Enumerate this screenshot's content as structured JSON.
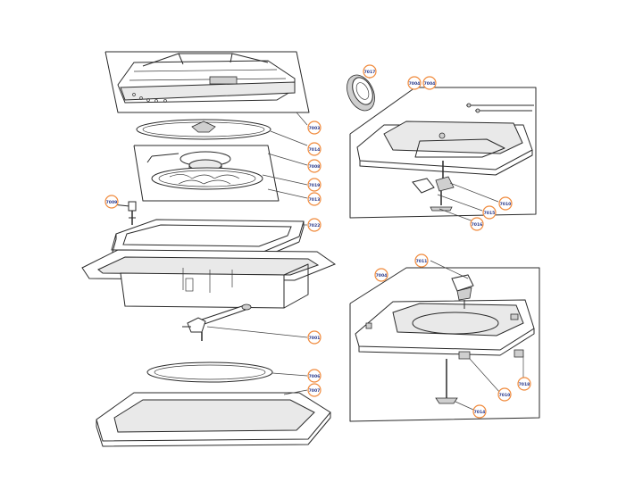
{
  "colors": {
    "callout_ring": "#f08a3c",
    "callout_text": "#2a3a8c",
    "line": "#2a2a2a"
  },
  "callouts": {
    "c7003": "7003",
    "c7014": "7014",
    "c7008": "7008",
    "c7019": "7019",
    "c7013": "7013",
    "c7009": "7009",
    "c7022": "7022",
    "c7001": "7001",
    "c7006": "7006",
    "c7007": "7007",
    "c7017": "7017",
    "c7004a": "7004",
    "c7004b": "7004",
    "c7010a": "7010",
    "c7015": "7015",
    "c7016": "7016",
    "c7004c": "7004",
    "c7011": "7011",
    "c7018": "7018",
    "c7010b": "7010",
    "c7014b": "7014"
  }
}
